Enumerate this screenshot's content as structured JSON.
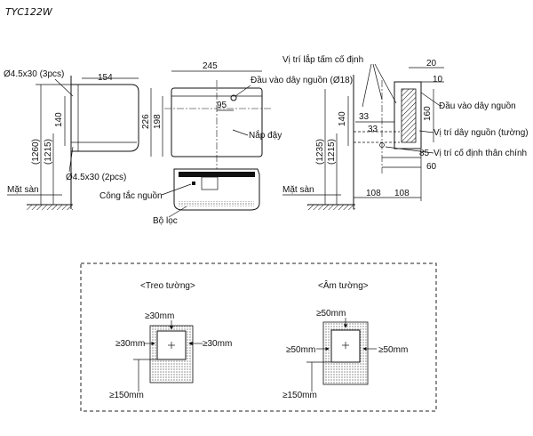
{
  "model": "TYC122W",
  "side_view": {
    "width": "154",
    "screw_top": "Ø4.5x30 (3pcs)",
    "screw_bottom": "Ø4.5x30 (2pcs)",
    "dim_140": "140",
    "dim_1260": "(1260)",
    "dim_1215": "(1215)",
    "floor": "Mặt sàn"
  },
  "front_view": {
    "width": "245",
    "height_226": "226",
    "height_198": "198",
    "dim_95": "95",
    "power_inlet": "Đầu vào dây nguồn (Ø18)",
    "cover": "Nắp đậy",
    "power_switch": "Công tắc nguồn",
    "filter": "Bộ lọc"
  },
  "rear_view": {
    "mount_plate": "Vị trí lắp tấm cố định",
    "power_inlet": "Đầu vào dây nguồn",
    "wall_wire": "Vị trí dây nguồn (tường)",
    "body_fix": "Vị trí cố định thân chính",
    "dim_20": "20",
    "dim_10": "10",
    "dim_160": "160",
    "dim_33a": "33",
    "dim_33b": "33",
    "dim_140": "140",
    "dim_85": "85",
    "dim_60": "60",
    "dim_108a": "108",
    "dim_108b": "108",
    "dim_1235": "(1235)",
    "dim_1215": "(1215)",
    "floor": "Mặt sàn"
  },
  "clearance": {
    "wall_hung": {
      "title": "<Treo tường>",
      "top": "≥30mm",
      "left": "≥30mm",
      "right": "≥30mm",
      "bottom": "≥150mm"
    },
    "recessed": {
      "title": "<Âm tường>",
      "top": "≥50mm",
      "left": "≥50mm",
      "right": "≥50mm",
      "bottom": "≥150mm"
    }
  }
}
